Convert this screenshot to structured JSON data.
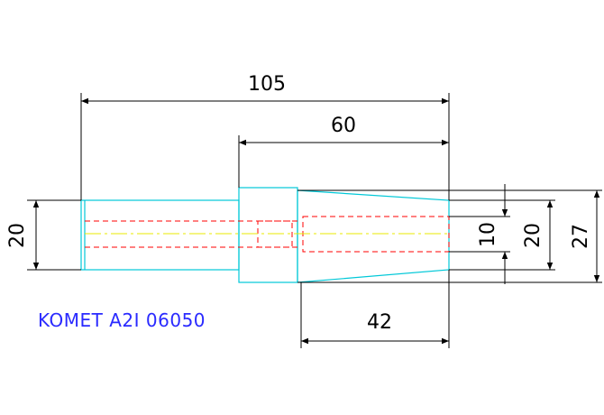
{
  "colors": {
    "background": "#ffffff",
    "outline": "#00c8d8",
    "hidden_line": "#ff0000",
    "centerline": "#e8e800",
    "dimension": "#000000",
    "label": "#2a2aff"
  },
  "dimensions": {
    "overall_length": "105",
    "inner_length": "60",
    "taper_length": "42",
    "shank_diameter": "20",
    "bore_diameter": "10",
    "taper_small_diameter": "20",
    "taper_large_diameter": "27"
  },
  "part_label": "KOMET A2I 06050"
}
